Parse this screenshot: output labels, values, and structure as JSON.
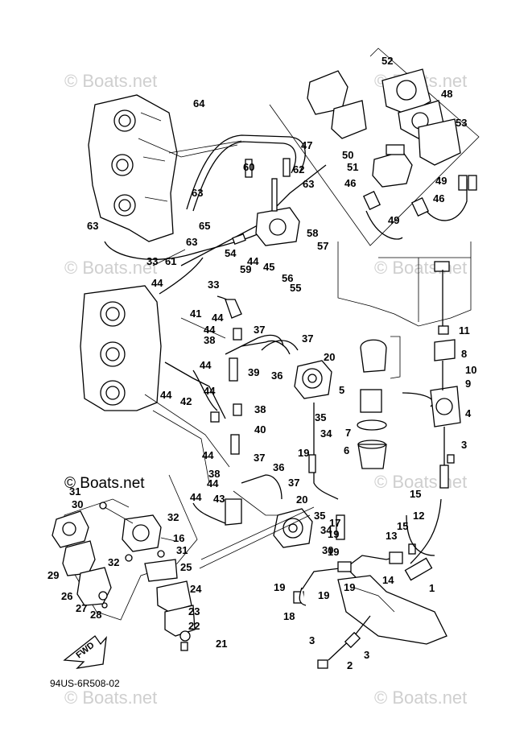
{
  "watermark": "© Boats.net",
  "diagram_code": "94US-6R508-02",
  "fwd_label": "FWD",
  "callouts": [
    "52",
    "48",
    "53",
    "64",
    "47",
    "50",
    "51",
    "49",
    "46",
    "49",
    "46",
    "60",
    "62",
    "63",
    "63",
    "63",
    "65",
    "63",
    "33",
    "61",
    "58",
    "57",
    "54",
    "44",
    "45",
    "56",
    "55",
    "59",
    "33",
    "44",
    "41",
    "44",
    "44",
    "38",
    "37",
    "37",
    "20",
    "39",
    "36",
    "44",
    "11",
    "8",
    "10",
    "9",
    "5",
    "44",
    "42",
    "38",
    "44",
    "40",
    "35",
    "34",
    "7",
    "6",
    "4",
    "44",
    "19",
    "37",
    "3",
    "36",
    "38",
    "44",
    "37",
    "15",
    "12",
    "44",
    "43",
    "20",
    "35",
    "31",
    "30",
    "32",
    "17",
    "15",
    "13",
    "19",
    "16",
    "30",
    "34",
    "19",
    "31",
    "32",
    "25",
    "29",
    "19",
    "14",
    "24",
    "26",
    "19",
    "19",
    "18",
    "27",
    "28",
    "23",
    "22",
    "1",
    "21",
    "3",
    "2",
    "3"
  ]
}
